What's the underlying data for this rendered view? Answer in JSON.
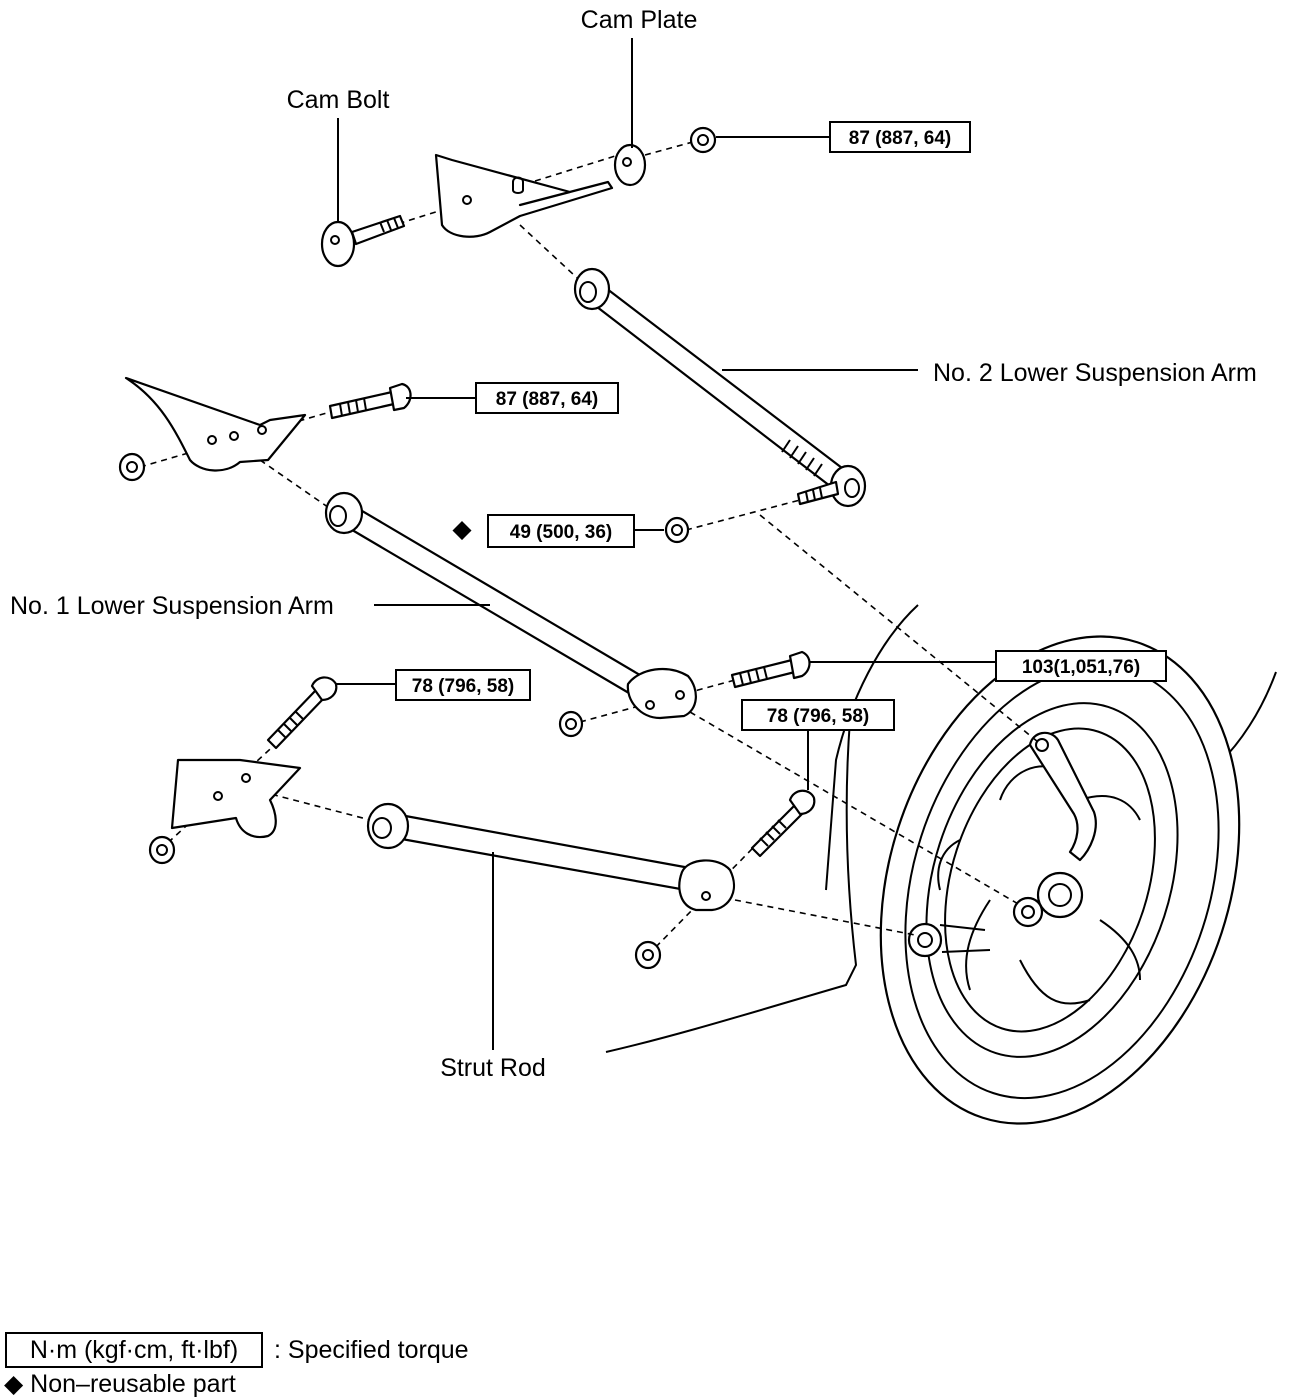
{
  "labels": {
    "cam_plate": "Cam Plate",
    "cam_bolt": "Cam Bolt",
    "no2_arm": "No. 2 Lower Suspension Arm",
    "no1_arm": "No. 1 Lower Suspension Arm",
    "strut_rod": "Strut Rod"
  },
  "torques": {
    "cam_plate_nut": "87 (887, 64)",
    "no1_arm_inner_bolt": "87 (887, 64)",
    "no2_arm_outer_nut": "49 (500, 36)",
    "no1_arm_outer_bolt": "103(1,051,76)",
    "strut_rod_inner_bolt": "78 (796, 58)",
    "strut_rod_outer_bolt": "78 (796, 58)"
  },
  "symbols": {
    "non_reusable": "◆"
  },
  "legend": {
    "torque_unit": "N·m (kgf·cm, ft·lbf)",
    "torque_desc": ": Specified torque",
    "non_reusable": "◆ Non–reusable part"
  }
}
